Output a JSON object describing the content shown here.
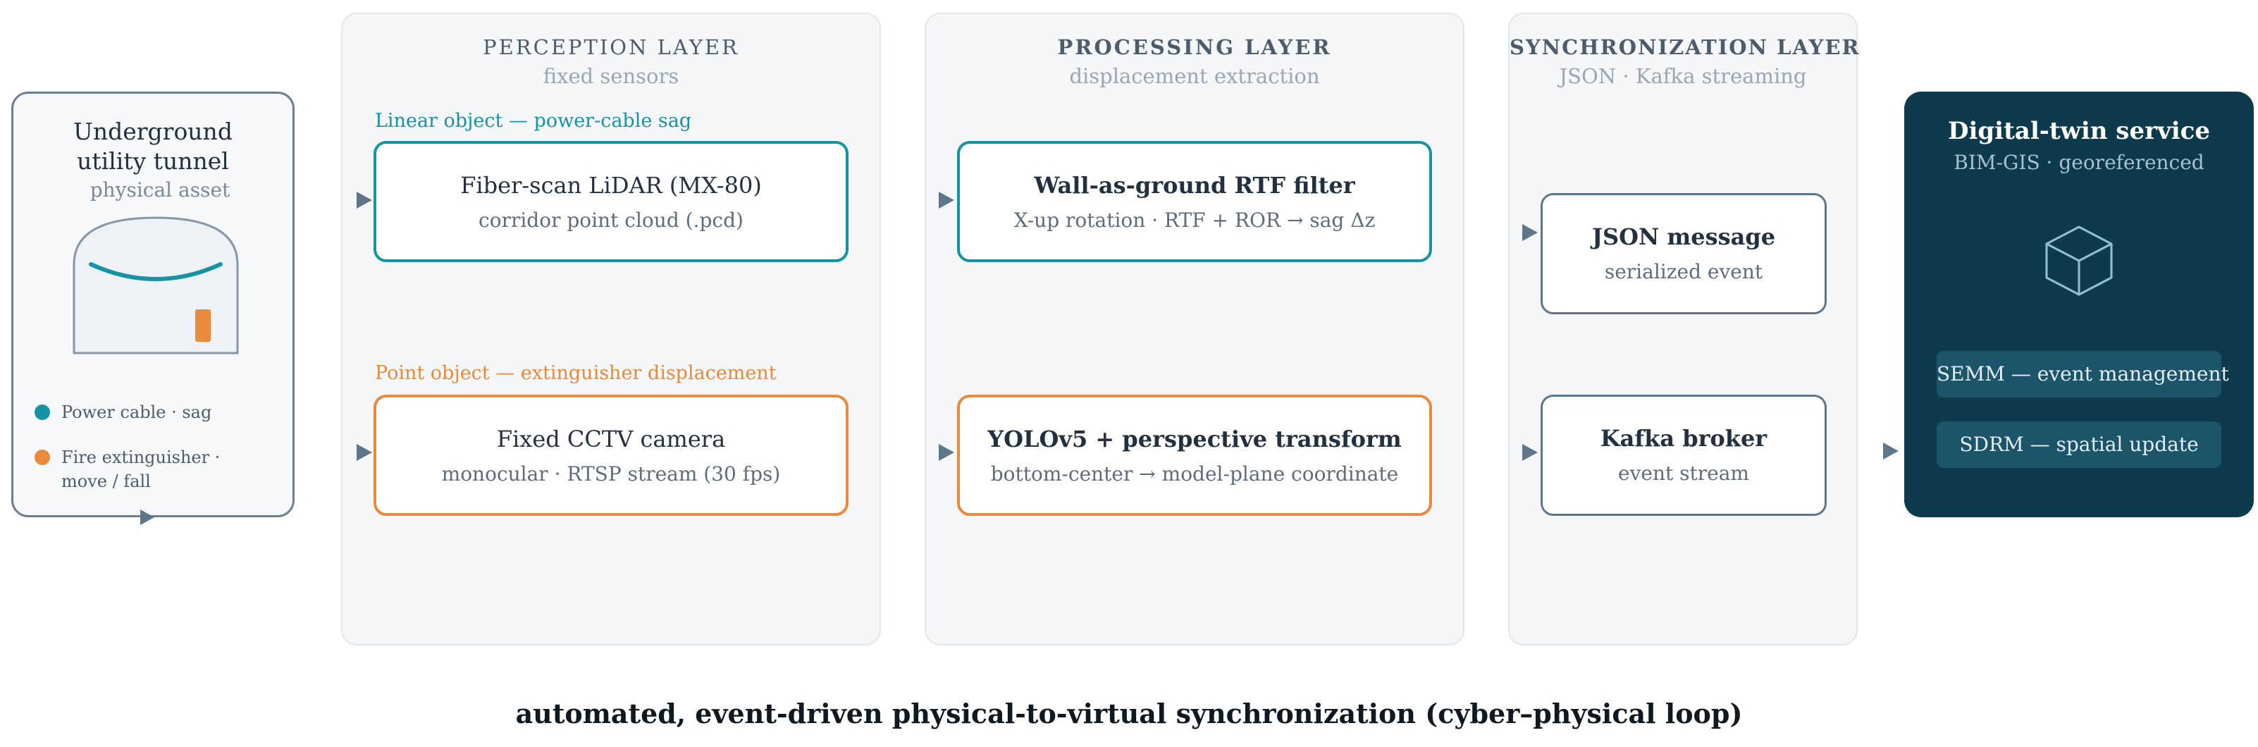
{
  "asset": {
    "title_line1": "Underground",
    "title_line2": "utility tunnel",
    "subtitle": "physical asset",
    "legend": [
      {
        "label": "Power cable · sag",
        "color": "#1593a5"
      },
      {
        "label_line1": "Fire extinguisher ·",
        "label_line2": "move / fall",
        "color": "#e9893c"
      }
    ]
  },
  "layers": {
    "perception": {
      "title": "PERCEPTION LAYER",
      "subtitle": "fixed sensors",
      "linear_label": "Linear object — power-cable sag",
      "point_label": "Point object — extinguisher displacement",
      "lidar": {
        "title": "Fiber-scan LiDAR (MX-80)",
        "subtitle": "corridor point cloud (.pcd)"
      },
      "cctv": {
        "title": "Fixed CCTV camera",
        "subtitle": "monocular · RTSP stream (30 fps)"
      }
    },
    "processing": {
      "title": "PROCESSING LAYER",
      "subtitle": "displacement extraction",
      "rtf": {
        "title": "Wall-as-ground RTF filter",
        "subtitle": "X-up rotation · RTF + ROR → sag Δz"
      },
      "yolo": {
        "title": "YOLOv5 + perspective transform",
        "subtitle": "bottom-center → model-plane coordinate"
      }
    },
    "synchronization": {
      "title": "SYNCHRONIZATION LAYER",
      "subtitle": "JSON · Kafka streaming",
      "json": {
        "title": "JSON message",
        "subtitle": "serialized event"
      },
      "kafka": {
        "title": "Kafka broker",
        "subtitle": "event stream"
      }
    }
  },
  "twin": {
    "title": "Digital-twin service",
    "subtitle": "BIM-GIS · georeferenced",
    "icon": "cube-icon",
    "modules": [
      {
        "label": "SEMM — event management"
      },
      {
        "label": "SDRM — spatial update"
      }
    ]
  },
  "caption": "automated, event-driven physical-to-virtual synchronization (cyber–physical loop)",
  "colors": {
    "linear": "#1593a5",
    "point": "#e9893c",
    "node_border": "#5f7589",
    "twin_bg": "#0e3a4d",
    "layer_bg": "#f4f6f8"
  }
}
